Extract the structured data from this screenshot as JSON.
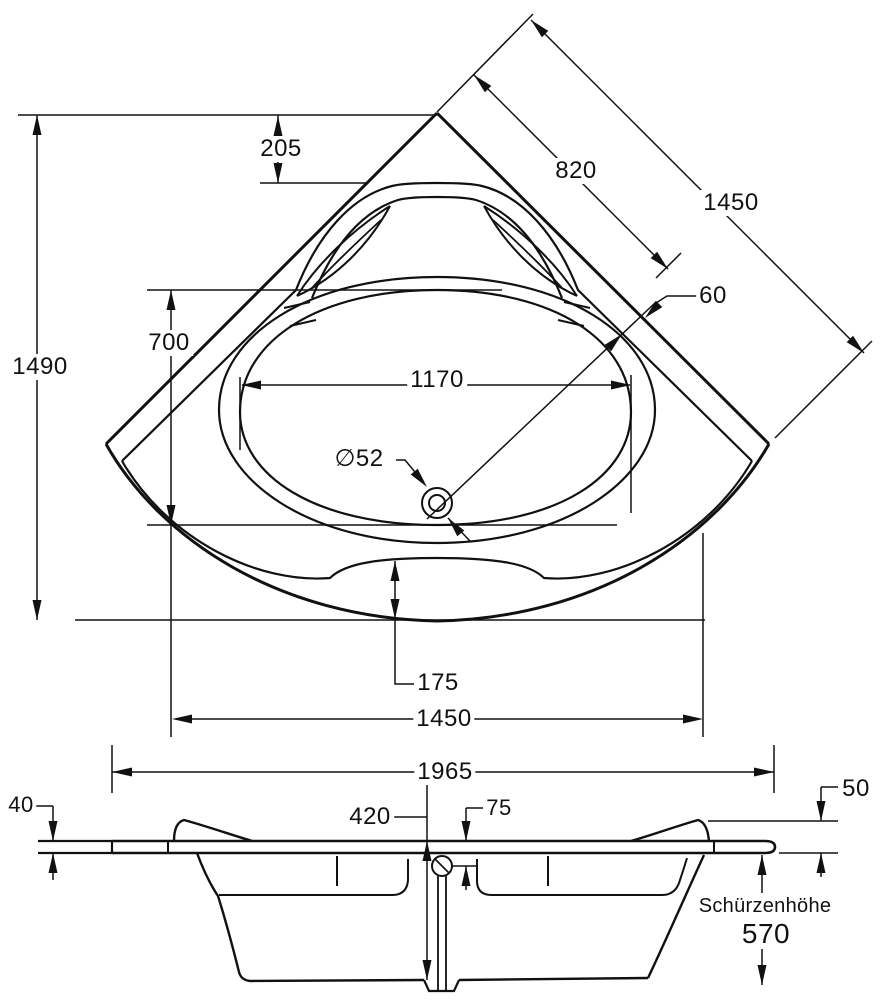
{
  "drawing": {
    "type": "technical-dimension-drawing",
    "subject": "corner bathtub, top view and front section view",
    "background_color": "#ffffff",
    "line_color": "#111111",
    "top_view": {
      "dimensions": {
        "total_height": "1490",
        "corner_offset": "205",
        "inner_length_diagonal": "820",
        "side_length_diagonal": "1450",
        "rim_width": "60",
        "basin_length": "700",
        "basin_width": "1170",
        "drain_diameter": "∅52",
        "front_recess": "175",
        "bottom_width": "1450"
      }
    },
    "side_view": {
      "dimensions": {
        "overall_width": "1965",
        "rim_thickness": "40",
        "inner_depth": "420",
        "drain_center_offset": "75",
        "headrest_rise": "50",
        "apron_caption": "Schürzenhöhe",
        "apron_height": "570"
      }
    }
  }
}
